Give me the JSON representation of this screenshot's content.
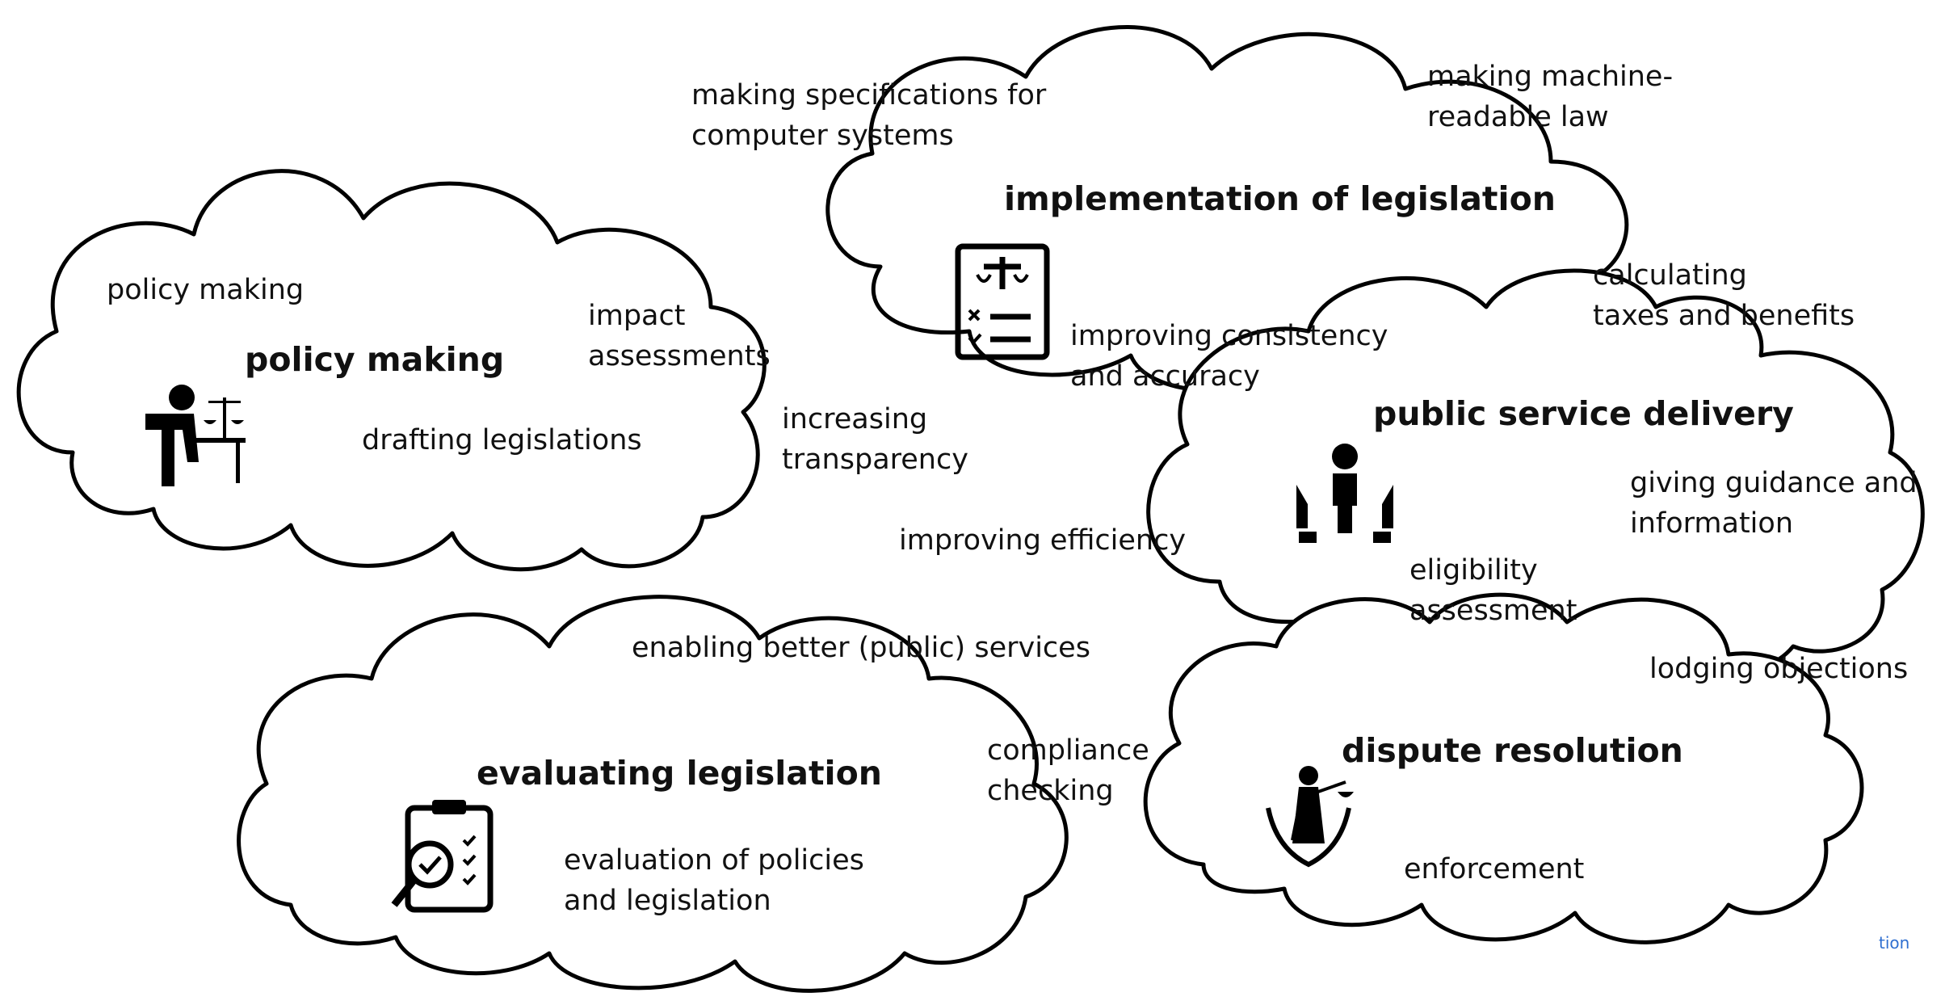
{
  "clouds": {
    "policy_making": {
      "title": "policy making",
      "items": [
        "policy making",
        "impact",
        "assessments",
        "drafting legislations"
      ],
      "icon": "person-at-desk-with-scales-icon"
    },
    "implementation": {
      "title": "implementation of legislation",
      "items": [
        "making specifications for",
        "computer systems",
        "making machine-",
        "readable law",
        "improving consistency",
        "and accuracy"
      ],
      "icon": "legal-checklist-scales-icon"
    },
    "public_service": {
      "title": "public service delivery",
      "items": [
        "calculating",
        "taxes and benefits",
        "giving guidance and",
        "information",
        "eligibility",
        "assessment",
        "lodging objections"
      ],
      "icon": "hands-holding-person-icon"
    },
    "evaluating": {
      "title": "evaluating legislation",
      "items": [
        "enabling better (public) services",
        "evaluation of policies",
        "and legislation"
      ],
      "icon": "clipboard-magnifier-icon"
    },
    "dispute": {
      "title": "dispute resolution",
      "items": [
        "enforcement"
      ],
      "icon": "lady-justice-emblem-icon"
    }
  },
  "shared": {
    "increasing_transparency": [
      "increasing",
      "transparency"
    ],
    "improving_efficiency": "improving efficiency",
    "compliance_checking": [
      "compliance",
      "checking"
    ]
  },
  "watermark_fragment": "tion"
}
